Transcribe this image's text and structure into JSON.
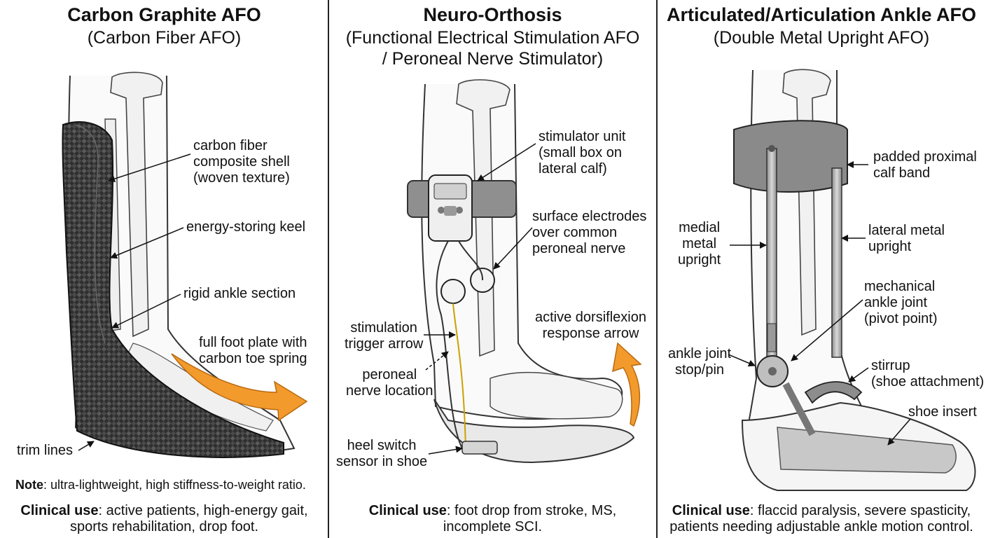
{
  "panels": [
    {
      "title": "Carbon Graphite AFO",
      "subtitle": "(Carbon Fiber AFO)",
      "labels": {
        "shell": [
          "carbon fiber",
          "composite shell",
          "(woven texture)"
        ],
        "keel": "energy-storing keel",
        "ankle": "rigid ankle section",
        "footplate": [
          "full foot plate with",
          "carbon toe spring"
        ],
        "trim": "trim lines"
      },
      "note_label": "Note",
      "note_text": ": ultra-lightweight, high stiffness-to-weight ratio.",
      "clinical_label": "Clinical use",
      "clinical_text": ": active patients, high-energy gait,",
      "clinical_text2": "sports rehabilitation, drop foot."
    },
    {
      "title": "Neuro-Orthosis",
      "subtitle": "(Functional Electrical Stimulation AFO",
      "subtitle2": "/ Peroneal Nerve Stimulator)",
      "labels": {
        "stimulator": [
          "stimulator unit",
          "(small box on",
          "lateral calf)"
        ],
        "electrodes": [
          "surface electrodes",
          "over common",
          "peroneal nerve"
        ],
        "trigger": [
          "stimulation",
          "trigger arrow"
        ],
        "response": [
          "active dorsiflexion",
          "response arrow"
        ],
        "nerve": [
          "peroneal",
          "nerve location"
        ],
        "heel": [
          "heel switch",
          "sensor in shoe"
        ]
      },
      "clinical_label": "Clinical use",
      "clinical_text": ": foot drop from stroke, MS,",
      "clinical_text2": "incomplete SCI."
    },
    {
      "title": "Articulated/Articulation Ankle AFO",
      "subtitle": "(Double Metal Upright AFO)",
      "labels": {
        "calfband": [
          "padded proximal",
          "calf band"
        ],
        "medial": [
          "medial",
          "metal",
          "upright"
        ],
        "lateral": [
          "lateral metal",
          "upright"
        ],
        "joint": [
          "mechanical",
          "ankle joint",
          "(pivot point)"
        ],
        "stop": [
          "ankle joint",
          "stop/pin"
        ],
        "stirrup": [
          "stirrup",
          "(shoe attachment)"
        ],
        "insert": "shoe insert"
      },
      "clinical_label": "Clinical use",
      "clinical_text": ": flaccid paralysis, severe spasticity,",
      "clinical_text2": "patients needing adjustable ankle motion control."
    }
  ],
  "colors": {
    "arrow_orange": "#f39a2c",
    "carbon": "#3a3a3a",
    "metal": "#a9a9a9",
    "bone": "#f1f1f1",
    "ink": "#111111"
  }
}
